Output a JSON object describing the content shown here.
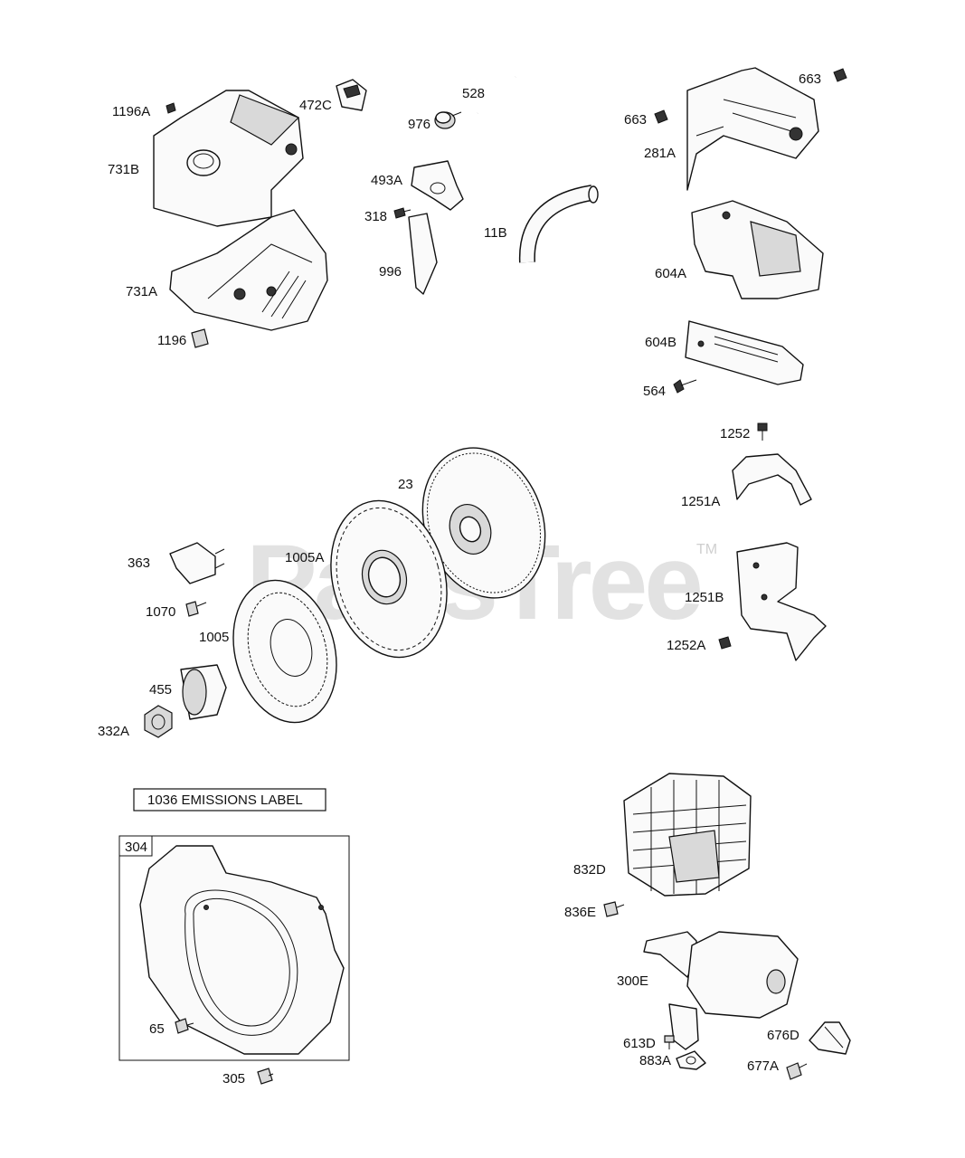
{
  "watermark": {
    "text": "PartsTree",
    "tm": "TM"
  },
  "emissions_label": "1036 EMISSIONS LABEL",
  "box_label": "304",
  "labels": {
    "l1196A": "1196A",
    "l472C": "472C",
    "l731B": "731B",
    "l731A": "731A",
    "l1196": "1196",
    "l528": "528",
    "l976": "976",
    "l493A": "493A",
    "l318": "318",
    "l996": "996",
    "l11B": "11B",
    "l663a": "663",
    "l663b": "663",
    "l281A": "281A",
    "l604A": "604A",
    "l604B": "604B",
    "l564": "564",
    "l1252": "1252",
    "l1251A": "1251A",
    "l1251B": "1251B",
    "l1252A": "1252A",
    "l23": "23",
    "l1005A": "1005A",
    "l363": "363",
    "l1070": "1070",
    "l1005": "1005",
    "l455": "455",
    "l332A": "332A",
    "l65": "65",
    "l305": "305",
    "l832D": "832D",
    "l836E": "836E",
    "l300E": "300E",
    "l613D": "613D",
    "l883A": "883A",
    "l676D": "676D",
    "l677A": "677A"
  }
}
